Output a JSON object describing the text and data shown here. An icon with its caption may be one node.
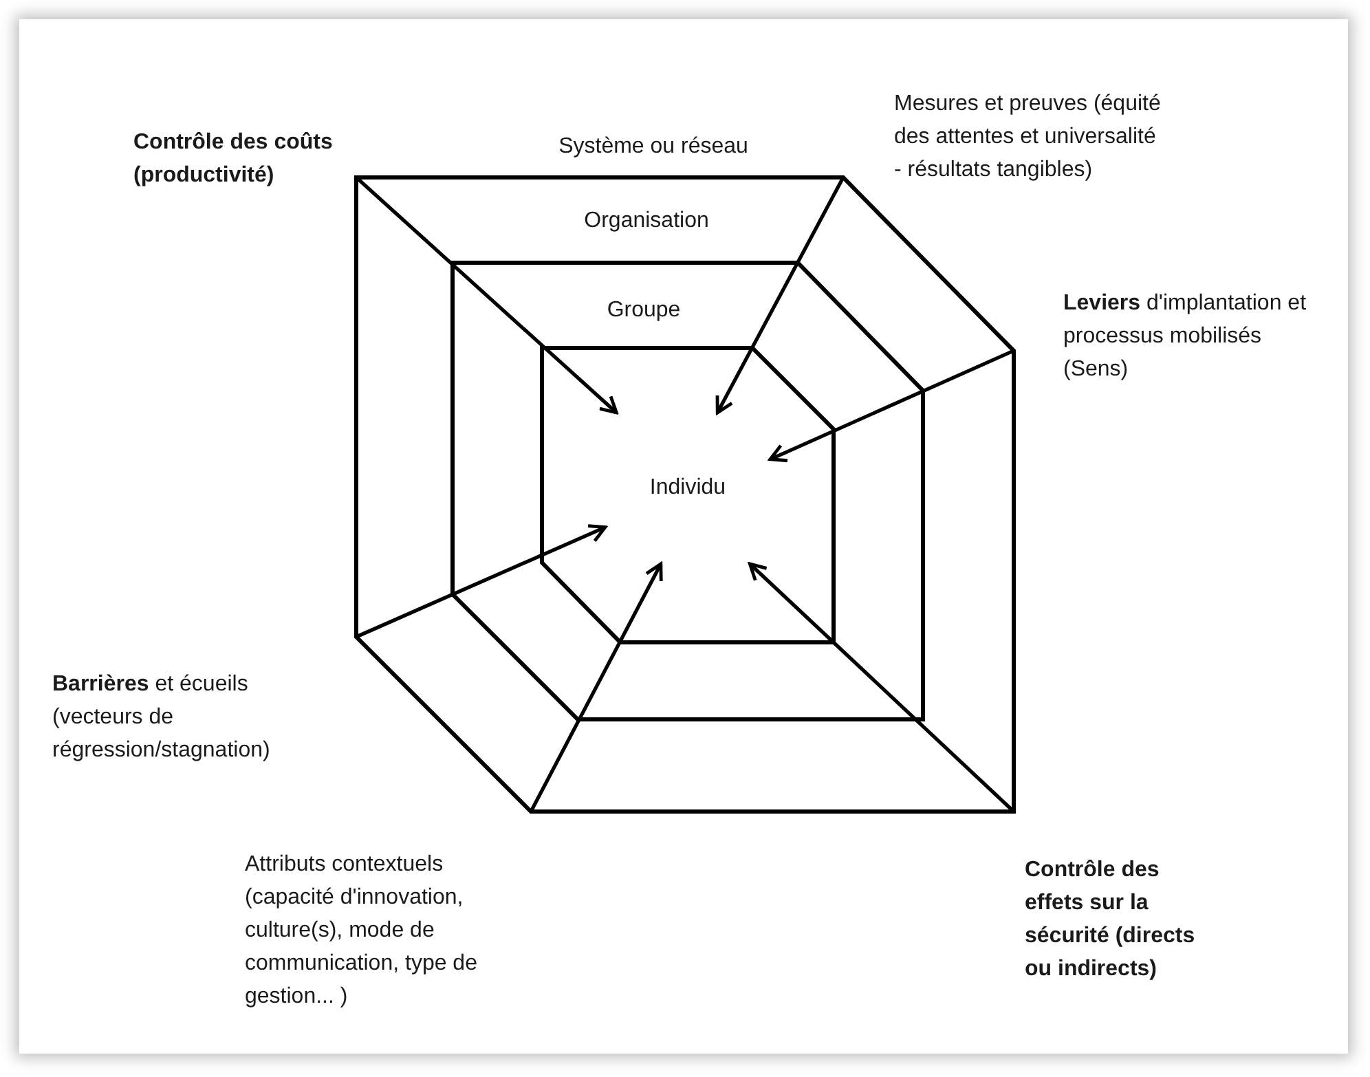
{
  "diagram": {
    "nodes": [
      {
        "text": [
          "Système ou réseau"
        ]
      },
      {
        "text": [
          "Organisation"
        ],
        "in": 0
      },
      {
        "text": [
          "Groupe"
        ],
        "in": 1
      },
      {
        "text": [
          "Individu"
        ],
        "in": 2
      }
    ],
    "edges": [
      {
        "from": null,
        "to": 3,
        "arrow": "to"
      },
      {
        "from": null,
        "to": 3,
        "arrow": "to"
      },
      {
        "from": null,
        "to": 3,
        "arrow": "to"
      },
      {
        "from": null,
        "to": 3,
        "arrow": "to"
      },
      {
        "from": null,
        "to": 3,
        "arrow": "to"
      },
      {
        "from": null,
        "to": 3,
        "arrow": "to"
      }
    ],
    "labels": [
      "Contrôle des coûts (productivité)",
      "Mesures et preuves (équité des attentes et universalité - résultats tangibles)",
      "**Leviers** d'implantation et processus mobilisés (Sens)",
      "**Barrières** et écueils (vecteurs de régression/stagnation)",
      "Attributs contextuels (capacité d'innovation, culture(s), mode de communication, type de gestion... )",
      "Contrôle des effets sur la sécurité (directs ou indirects)"
    ]
  }
}
